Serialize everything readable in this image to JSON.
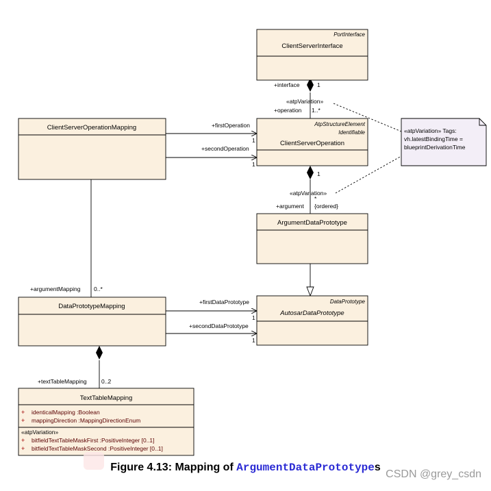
{
  "classes": {
    "client_server_interface": {
      "stereotype": "PortInterface",
      "name": "ClientServerInterface"
    },
    "client_server_operation": {
      "stereotype1": "AtpStructureElement",
      "stereotype2": "Identifiable",
      "name": "ClientServerOperation"
    },
    "client_server_operation_mapping": {
      "name": "ClientServerOperationMapping"
    },
    "argument_data_prototype": {
      "name": "ArgumentDataPrototype"
    },
    "autosar_data_prototype": {
      "stereotype": "DataPrototype",
      "name": "AutosarDataPrototype"
    },
    "data_prototype_mapping": {
      "name": "DataPrototypeMapping"
    },
    "text_table_mapping": {
      "name": "TextTableMapping",
      "attributes": [
        {
          "marker": "+",
          "text": "identicalMapping  :Boolean"
        },
        {
          "marker": "+",
          "text": "mappingDirection  :MappingDirectionEnum"
        }
      ],
      "section_stereotype": "«atpVariation»",
      "variation_attributes": [
        {
          "marker": "+",
          "text": "bitfieldTextTableMaskFirst  :PositiveInteger [0..1]"
        },
        {
          "marker": "+",
          "text": "bitfieldTextTableMaskSecond  :PositiveInteger [0..1]"
        }
      ]
    }
  },
  "note": {
    "line1": "«atpVariation» Tags:",
    "line2": "vh.latestBindingTime =",
    "line3": "blueprintDerivationTime"
  },
  "labels": {
    "interface_role": "+interface",
    "interface_mult": "1",
    "atp_variation_top": "«atpVariation»",
    "operation_role": "+operation",
    "operation_mult": "1..*",
    "first_operation_role": "+firstOperation",
    "first_operation_mult": "1",
    "second_operation_role": "+secondOperation",
    "second_operation_mult": "1",
    "argument_owner_mult": "1",
    "atp_variation_mid": "«atpVariation»",
    "argument_role": "+argument",
    "argument_mult": "*",
    "argument_ordered": "{ordered}",
    "argument_mapping_role": "+argumentMapping",
    "argument_mapping_mult": "0..*",
    "first_data_prototype_role": "+firstDataPrototype",
    "first_data_prototype_mult": "1",
    "second_data_prototype_role": "+secondDataPrototype",
    "second_data_prototype_mult": "1",
    "text_table_mapping_role": "+textTableMapping",
    "text_table_mapping_mult": "0..2"
  },
  "caption": {
    "prefix": "Figure 4.13: Mapping of ",
    "code": "ArgumentDataPrototype",
    "suffix": "s"
  },
  "watermark": "CSDN @grey_csdn"
}
